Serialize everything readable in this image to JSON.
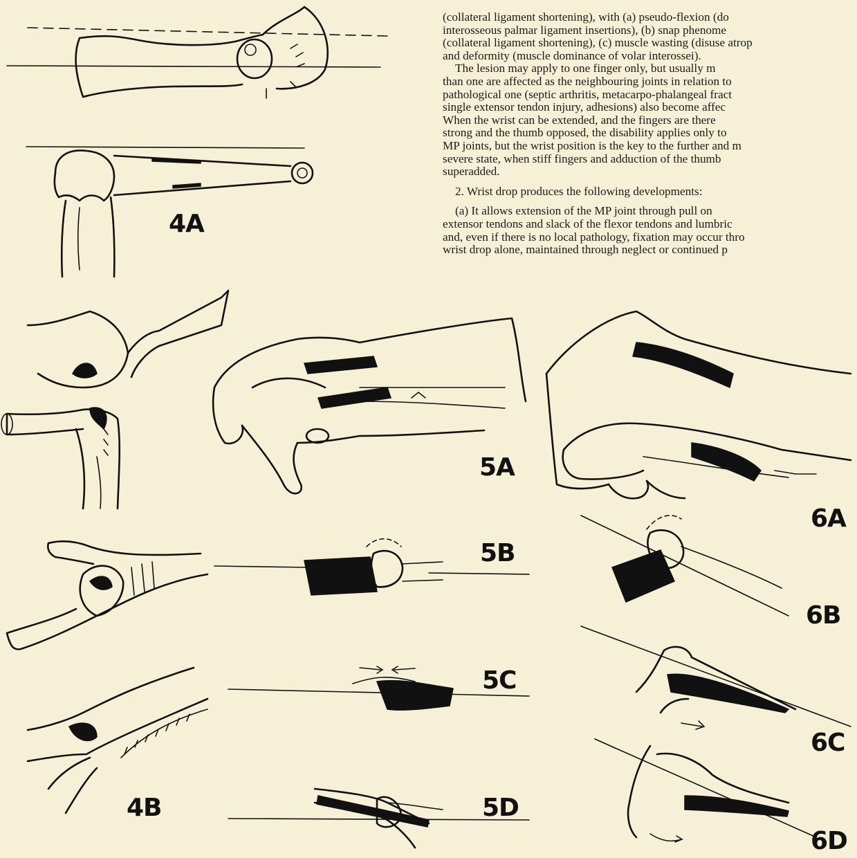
{
  "text": {
    "lines": [
      "(collateral ligament shortening), with (a) pseudo-flexion (do",
      "interosseous palmar ligament insertions), (b) snap phenome",
      "(collateral ligament shortening), (c) muscle wasting (disuse atrop",
      "and deformity (muscle dominance of volar interossei).",
      "The lesion may apply to one finger only, but usually m",
      "than one are affected as the neighbouring joints in relation to",
      "pathological one (septic arthritis, metacarpo-phalangeal fract",
      "single extensor tendon injury, adhesions) also become affec",
      "When the wrist can be extended, and the fingers are there",
      "strong and the thumb opposed, the disability applies only to",
      "MP joints, but the wrist position is the key to the further and m",
      "severe state, when stiff fingers and adduction of the thumb",
      "superadded.",
      "2. Wrist drop produces the following developments:",
      "(a) It allows extension of the MP joint through pull on",
      "extensor tendons and slack of the flexor tendons and lumbric",
      "and, even if there is no local pathology, fixation may occur thro",
      "wrist drop alone, maintained through neglect or continued p"
    ]
  },
  "figures": {
    "fig_4a": "4A",
    "fig_4b": "4B",
    "fig_5a": "5A",
    "fig_5b": "5B",
    "fig_5c": "5C",
    "fig_5d": "5D",
    "fig_6a": "6A",
    "fig_6b": "6B",
    "fig_6c": "6C",
    "fig_6d": "6D"
  },
  "colors": {
    "paper": "#f6f0d6",
    "ink": "#111111"
  }
}
